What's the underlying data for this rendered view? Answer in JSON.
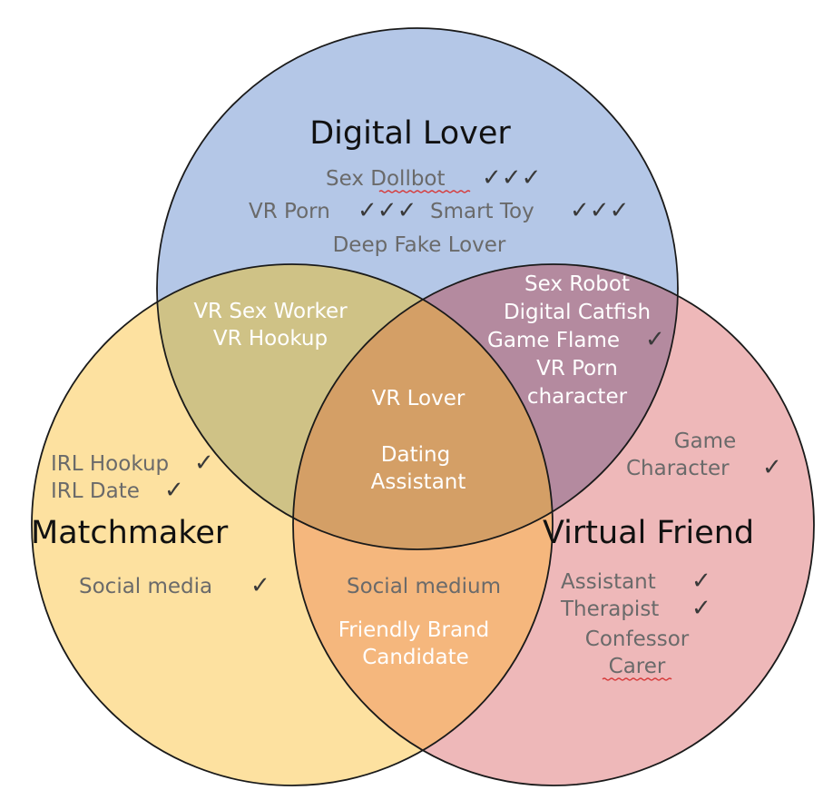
{
  "colors": {
    "digital_lover_circle": "#b4c7e7",
    "matchmaker_circle": "#fde1a0",
    "virtual_friend_circle": "#eeb8b9",
    "overlap_lover_matchmaker": "#cfc286",
    "overlap_lover_friend": "#b48a9f",
    "overlap_matchmaker_friend": "#f5b77d",
    "overlap_center": "#d49f66",
    "outline": "#1a1a1a"
  },
  "sets": {
    "digital_lover": {
      "title": "Digital Lover",
      "items": [
        "Sex Dollbot",
        "VR Porn",
        "Smart Toy",
        "Deep Fake Lover"
      ],
      "checks": [
        "✓✓✓",
        "✓✓✓",
        "✓✓✓"
      ]
    },
    "matchmaker": {
      "title": "Matchmaker",
      "items": [
        "IRL Hookup",
        "IRL Date",
        "Social media"
      ],
      "checks": [
        "✓",
        "✓",
        "✓"
      ]
    },
    "virtual_friend": {
      "title": "Virtual Friend",
      "items": [
        "Game",
        "Character",
        "Assistant",
        "Therapist",
        "Confessor",
        "Carer"
      ],
      "checks": [
        "✓",
        "✓",
        "✓"
      ]
    }
  },
  "overlaps": {
    "lover_matchmaker": [
      "VR Sex Worker",
      "VR Hookup"
    ],
    "lover_friend": {
      "items": [
        "Sex Robot",
        "Digital Catfish",
        "Game Flame",
        "VR Porn",
        "character"
      ],
      "checks": [
        "✓"
      ]
    },
    "matchmaker_friend": [
      "Social medium",
      "Friendly Brand",
      "Candidate"
    ],
    "center": [
      "VR Lover",
      "Dating",
      "Assistant"
    ]
  }
}
